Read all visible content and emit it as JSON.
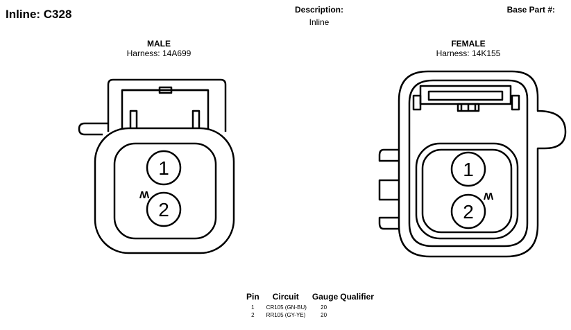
{
  "header": {
    "title": "Inline: C328",
    "description_label": "Description:",
    "description_value": "Inline",
    "base_part_label": "Base Part #:"
  },
  "views": {
    "male": {
      "title": "MALE",
      "harness": "Harness: 14A699",
      "pin_labels": [
        "1",
        "2"
      ],
      "marker": "W"
    },
    "female": {
      "title": "FEMALE",
      "harness": "Harness: 14K155",
      "pin_labels": [
        "1",
        "2"
      ],
      "marker": "W"
    }
  },
  "pin_table": {
    "headers": [
      "Pin",
      "Circuit",
      "Gauge",
      "Qualifier"
    ],
    "rows": [
      {
        "pin": "1",
        "circuit": "CR105 (GN-BU)",
        "gauge": "20",
        "qualifier": ""
      },
      {
        "pin": "2",
        "circuit": "RR105 (GY-YE)",
        "gauge": "20",
        "qualifier": ""
      }
    ]
  }
}
